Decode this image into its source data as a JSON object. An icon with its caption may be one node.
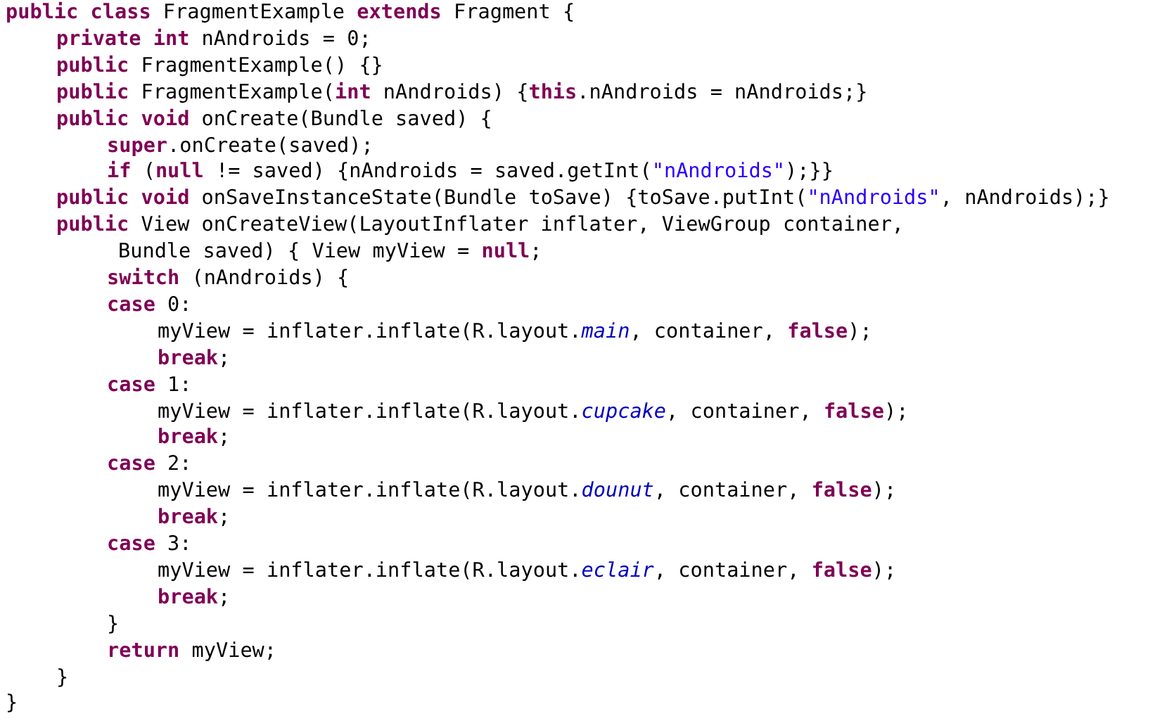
{
  "diagram": {
    "labels": [
      "**public** **class** FragmentExample **extends** Fragment {",
      "**private** **int** nAndroids = 0;",
      "**public** FragmentExample() {}",
      "**public** FragmentExample(**int** nAndroids) {**this**.nAndroids = nAndroids;}",
      "**public** **void** onCreate(Bundle saved) {",
      "**super**.onCreate(saved);",
      "**if** (**null** != saved) {nAndroids = saved.getInt(\"nAndroids\");}}",
      "**public** **void** onSaveInstanceState(Bundle toSave) {toSave.putInt(\"nAndroids\", nAndroids);}",
      "**public** View onCreateView(LayoutInflater inflater, ViewGroup container,",
      "Bundle saved) { View myView = **null**;",
      "**switch** (nAndroids) {",
      "**case** 0:",
      "myView = inflater.inflate(R.layout.*main*, container, **false**);",
      "**break**;",
      "**case** 1:",
      "myView = inflater.inflate(R.layout.*cupcake*, container, **false**);",
      "**break**;",
      "**case** 2:",
      "myView = inflater.inflate(R.layout.*dounut*, container, **false**);",
      "**break**;",
      "**case** 3:",
      "myView = inflater.inflate(R.layout.*eclair*, container, **false**);",
      "**break**;",
      "}",
      "**return** myView;",
      "}",
      "}"
    ]
  }
}
